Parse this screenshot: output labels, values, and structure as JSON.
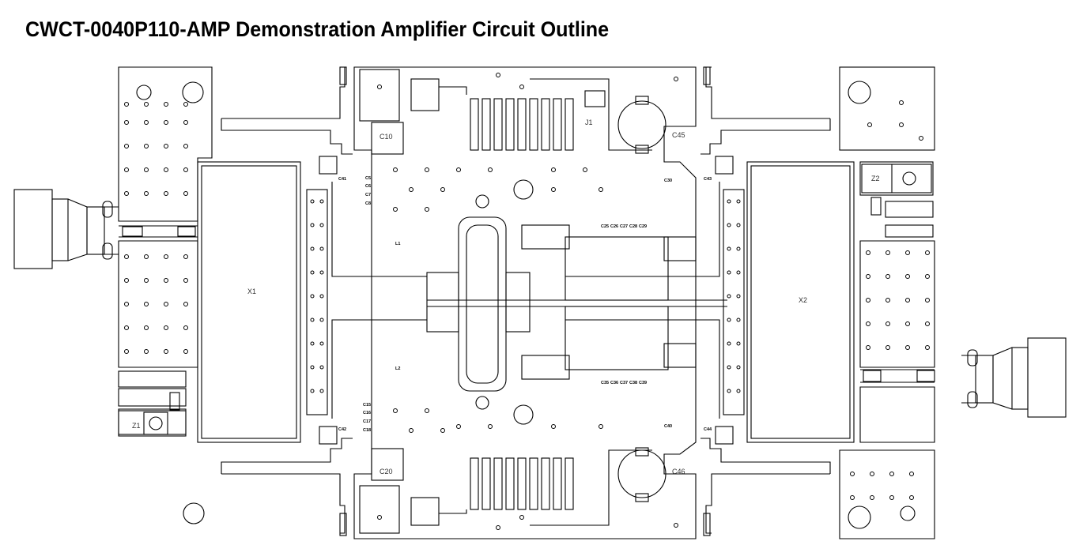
{
  "title": "CWCT-0040P110-AMP Demonstration Amplifier Circuit Outline",
  "labels": {
    "x1": "X1",
    "x2": "X2",
    "z1": "Z1",
    "z2": "Z2",
    "j1": "J1",
    "c10": "C10",
    "c20": "C20",
    "c45": "C45",
    "c46": "C46",
    "c30": "C30",
    "c40": "C40",
    "c41": "C41",
    "c42": "C42",
    "c43": "C43",
    "c44": "C44",
    "c5": "C5",
    "c6": "C6",
    "c7": "C7",
    "c8": "C8",
    "c15": "C15",
    "c16": "C16",
    "c17": "C17",
    "c18": "C18",
    "c25": "C25",
    "c26": "C26",
    "c27": "C27",
    "c28": "C28",
    "c29": "C29",
    "c35": "C35",
    "c36": "C36",
    "c37": "C37",
    "c38": "C38",
    "c39": "C39",
    "l1": "L1",
    "l2": "L2"
  }
}
